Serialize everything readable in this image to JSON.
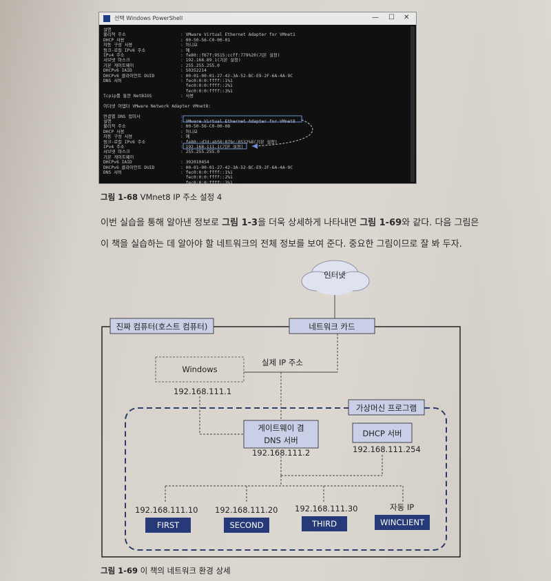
{
  "powershell": {
    "title": "선택 Windows PowerShell",
    "controls": [
      "—",
      "☐",
      "✕"
    ],
    "lines": [
      {
        "label": "설명",
        "value": ""
      },
      {
        "label": "물리적 주소",
        "value": ": VMware Virtual Ethernet Adapter for VMnet1"
      },
      {
        "label": "DHCP 사용",
        "value": ": 00-50-56-C0-00-01"
      },
      {
        "label": "자동 구성 사용",
        "value": ": 아니요"
      },
      {
        "label": "링크-로컬 IPv6 주소",
        "value": ": 예"
      },
      {
        "label": "IPv4 주소",
        "value": ": fe80::f67f:9515:ccff:779%20(기본 설정)"
      },
      {
        "label": "서브넷 마스크",
        "value": ": 192.168.89.1(기본 설정)"
      },
      {
        "label": "기본 게이트웨이",
        "value": ": 255.255.255.0"
      },
      {
        "label": "DHCPv6 IAID",
        "value": ": 50352214"
      },
      {
        "label": "DHCPv6 클라이언트 DUID",
        "value": ": 00-01-00-01-27-42-3A-52-BC-E9-2F-6A-4A-9C"
      },
      {
        "label": "DNS 서버",
        "value": ": fec0:0:0:ffff::1%1"
      },
      {
        "label": "",
        "value": "  fec0:0:0:ffff::2%1"
      },
      {
        "label": "",
        "value": "  fec0:0:0:ffff::3%1"
      },
      {
        "label": "Tcpip를 통한 NetBIOS",
        "value": ": 사용"
      },
      {
        "label": "",
        "value": ""
      },
      {
        "label": "이더넷 어댑터 VMware Network Adapter VMnet8:",
        "value": ""
      },
      {
        "label": "",
        "value": ""
      },
      {
        "label": "연결별 DNS 접미사",
        "value": ":"
      },
      {
        "label": "설명",
        "value": ": VMware Virtual Ethernet Adapter for VMnet8"
      },
      {
        "label": "물리적 주소",
        "value": ": 00-50-56-C0-00-08"
      },
      {
        "label": "DHCP 사용",
        "value": ": 아니요"
      },
      {
        "label": "자동 구성 사용",
        "value": ": 예"
      },
      {
        "label": "링크-로컬 IPv6 주소",
        "value": ": fe80::d7d:ab50:879c:8532%8(기본 설정)"
      },
      {
        "label": "IPv4 주소",
        "value": ": 192.168.111.1(기본 설정)"
      },
      {
        "label": "서브넷 마스크",
        "value": ": 255.255.255.0"
      },
      {
        "label": "기본 게이트웨이",
        "value": ""
      },
      {
        "label": "DHCPv6 IAID",
        "value": ": 302010454"
      },
      {
        "label": "DHCPv6 클라이언트 DUID",
        "value": ": 00-01-00-01-27-42-3A-52-BC-E9-2F-6A-4A-9C"
      },
      {
        "label": "DNS 서버",
        "value": ": fec0:0:0:ffff::1%1"
      },
      {
        "label": "",
        "value": "  fec0:0:0:ffff::2%1"
      },
      {
        "label": "",
        "value": "  fec0:0:0:ffff::3%1"
      }
    ]
  },
  "caption_168": {
    "num": "그림 1-68",
    "text": " VMnet8 IP 주소 설정 4"
  },
  "paragraph": {
    "line1_a": "이번 실습을 통해 알아낸 정보로 ",
    "line1_b": "그림 1-3",
    "line1_c": "을 더욱 상세하게 나타내면 ",
    "line1_d": "그림 1-69",
    "line1_e": "와 같다. 다음 그림은",
    "line2": "이 책을 실습하는 데 알아야 할 네트워크의 전체 정보를 보여 준다. 중요한 그림이므로 잘 봐 두자."
  },
  "diagram": {
    "internet": "인터넷",
    "host_title": "진짜 컴퓨터(호스트 컴퓨터)",
    "network_card": "네트워크 카드",
    "real_ip": "실제 IP 주소",
    "windows": "Windows",
    "windows_ip": "192.168.111.1",
    "vm_program": "가상머신 프로그램",
    "gateway_line1": "게이트웨이 겸",
    "gateway_line2": "DNS 서버",
    "gateway_ip": "192.168.111.2",
    "dhcp": "DHCP 서버",
    "dhcp_ip": "192.168.111.254",
    "vms": [
      {
        "ip": "192.168.111.10",
        "name": "FIRST"
      },
      {
        "ip": "192.168.111.20",
        "name": "SECOND"
      },
      {
        "ip": "192.168.111.30",
        "name": "THIRD"
      },
      {
        "ip": "자동 IP",
        "name": "WINCLIENT"
      }
    ],
    "colors": {
      "navy": "#263a7a",
      "lightblue": "#c9cfe6",
      "cloud": "#dfe2ef"
    }
  },
  "caption_169": {
    "num": "그림 1-69",
    "text": " 이 책의 네트워크 환경 상세"
  }
}
